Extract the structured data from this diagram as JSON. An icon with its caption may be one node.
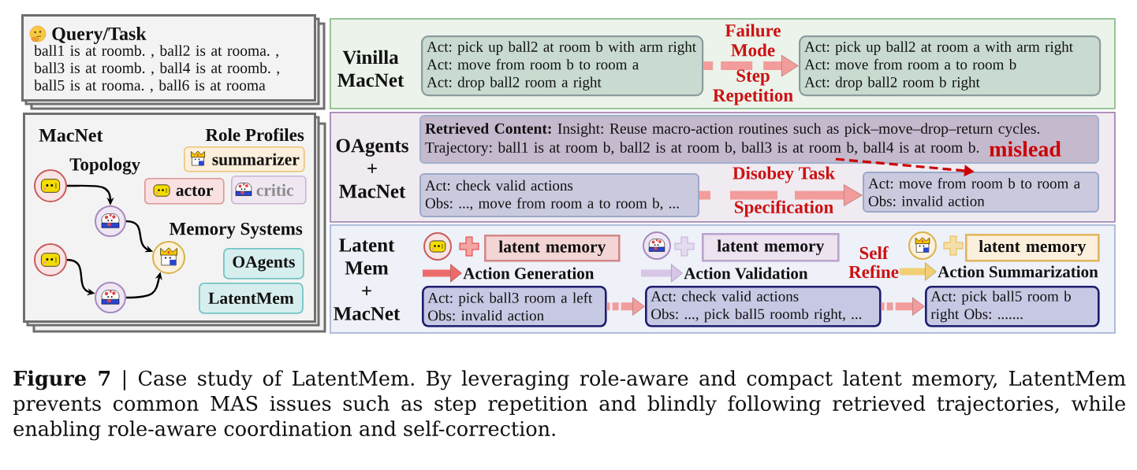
{
  "diagram": {
    "caption": "**Figure 7** | Case study of LatentMem. By leveraging role-aware and compact latent memory, LatentMem prevents common MAS issues such as step repetition and blindly following retrieved trajectories, while enabling role-aware coordination and self-correction.",
    "nodes": [
      {
        "text": [
          "Query/Task",
          "ball1 is at roomb. , ball2 is at rooma. , ball3 is at roomb. , ball4 is at roomb. , ball5 is at rooma. , ball6 is at rooma"
        ]
      },
      {
        "text": [
          "MacNet",
          "Role Profiles",
          "Topology",
          "Memory Systems"
        ]
      },
      {
        "text": [
          "summarizer"
        ],
        "in": 1
      },
      {
        "text": [
          "actor"
        ],
        "in": 1
      },
      {
        "text": [
          "critic"
        ],
        "in": 1
      },
      {
        "text": [],
        "shape": "circle",
        "in": 1
      },
      {
        "text": [],
        "shape": "circle",
        "in": 1
      },
      {
        "text": [],
        "shape": "circle",
        "in": 1
      },
      {
        "text": [],
        "shape": "circle",
        "in": 1
      },
      {
        "text": [],
        "shape": "circle",
        "in": 1
      },
      {
        "text": [
          "OAgents"
        ],
        "in": 1
      },
      {
        "text": [
          "LatentMem"
        ],
        "in": 1
      },
      {
        "text": [
          "Vinilla MacNet"
        ]
      },
      {
        "text": [
          "Act: pick up ball2 at room b with arm right",
          "Act: move from room b to room a",
          "Act: drop ball2 room a right"
        ],
        "in": 12
      },
      {
        "text": [
          "Act: pick up ball2 at room a with arm right",
          "Act: move from room a to room b",
          "Act: drop ball2 room b right"
        ],
        "in": 12
      },
      {
        "text": [
          "OAgents + MacNet"
        ]
      },
      {
        "text": [
          "**Retrieved Content:** Insight: Reuse macro-action routines such as pick–move–drop–return cycles.",
          "Trajectory: ball1 is at room b, ball2 is at room b, ball3 is at room b, ball4 is at room b."
        ],
        "in": 15
      },
      {
        "text": [
          "Act: check valid actions",
          "Obs: ..., move from room a to room b, ..."
        ],
        "in": 15
      },
      {
        "text": [
          "Act: move from room b to room a",
          "Obs: invalid action"
        ],
        "in": 15
      },
      {
        "text": [
          "Latent Mem + MacNet"
        ]
      },
      {
        "text": [],
        "shape": "circle",
        "in": 19
      },
      {
        "text": [
          "latent memory"
        ],
        "in": 19
      },
      {
        "text": [],
        "shape": "circle",
        "in": 19
      },
      {
        "text": [
          "latent memory"
        ],
        "in": 19
      },
      {
        "text": [
          "Self Refine"
        ],
        "in": 19
      },
      {
        "text": [],
        "shape": "circle",
        "in": 19
      },
      {
        "text": [
          "latent memory"
        ],
        "in": 19
      },
      {
        "text": [
          "Action Generation"
        ],
        "in": 19
      },
      {
        "text": [
          "Action Validation"
        ],
        "in": 19
      },
      {
        "text": [
          "Action Summarization"
        ],
        "in": 19
      },
      {
        "text": [
          "Act: pick ball3 room a left",
          "Obs: invalid action"
        ],
        "in": 19
      },
      {
        "text": [
          "Act: check valid actions",
          "Obs: ..., pick ball5 roomb right, ..."
        ],
        "in": 19
      },
      {
        "text": [
          "Act: pick ball5 room b right Obs: ......."
        ],
        "in": 19
      }
    ],
    "edges": [
      {
        "from": 5,
        "to": 6,
        "arrow": "to"
      },
      {
        "from": 6,
        "to": 7,
        "arrow": "to"
      },
      {
        "from": 8,
        "to": 9,
        "arrow": "to"
      },
      {
        "from": 9,
        "to": 7,
        "arrow": "to"
      },
      {
        "from": 13,
        "to": 14,
        "arrow": "to",
        "style": "dashed",
        "color": "#f29c9c"
      },
      {
        "from": 17,
        "to": 18,
        "arrow": "to",
        "style": "dashed",
        "color": "#f29c9c"
      },
      {
        "from": 16,
        "to": 18,
        "arrow": "to",
        "style": "dashed",
        "color": "#cc0000",
        "label": "mislead"
      },
      {
        "from": null,
        "to": 27,
        "arrow": "to",
        "color": "#ee6b6b"
      },
      {
        "from": null,
        "to": 28,
        "arrow": "to",
        "color": "#d8c6e6"
      },
      {
        "from": 24,
        "to": 29,
        "arrow": "to",
        "color": "#f2cf72"
      },
      {
        "from": 30,
        "to": 31,
        "arrow": "to",
        "style": "dashed",
        "color": "#f29c9c"
      },
      {
        "from": 31,
        "to": 32,
        "arrow": "to",
        "style": "dashed",
        "color": "#f29c9c"
      }
    ],
    "labels": [
      "Failure Mode",
      "Step Repetition",
      "Disobey Task",
      "Specification"
    ]
  }
}
